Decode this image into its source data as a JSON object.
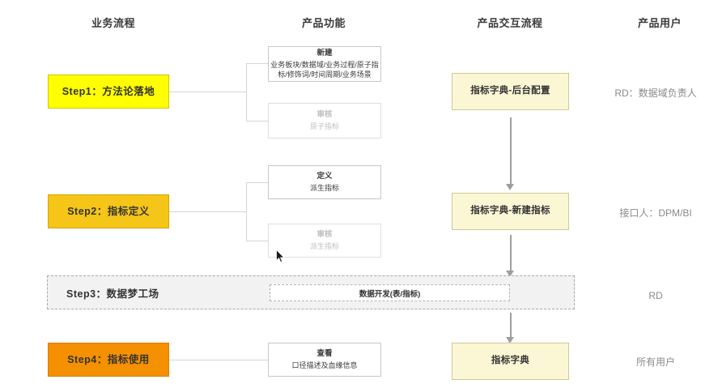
{
  "headers": [
    {
      "label": "业务流程"
    },
    {
      "label": "产品功能"
    },
    {
      "label": "产品交互流程"
    },
    {
      "label": "产品用户"
    }
  ],
  "rows": [
    {
      "step": "Step1：方法论落地",
      "functions": [
        {
          "title": "新建",
          "sub": "业务板块/数据域/业务过程/原子指标/修饰词/时间周期/业务场景",
          "muted": false
        },
        {
          "title": "审核",
          "sub": "原子指标",
          "muted": true
        }
      ],
      "flow": "指标字典-后台配置",
      "user": "RD：数据域负责人"
    },
    {
      "step": "Step2：指标定义",
      "functions": [
        {
          "title": "定义",
          "sub": "派生指标",
          "muted": false
        },
        {
          "title": "审核",
          "sub": "派生指标",
          "muted": true
        }
      ],
      "flow": "指标字典-新建指标",
      "user": "接口人：DPM/BI"
    },
    {
      "step": "Step3：数据梦工场",
      "functions": [
        {
          "title": "数据开发(表/指标)",
          "sub": "",
          "muted": false
        }
      ],
      "flow": "",
      "user": "RD"
    },
    {
      "step": "Step4：指标使用",
      "functions": [
        {
          "title": "查看",
          "sub": "口径描述及血缘信息",
          "muted": false
        }
      ],
      "flow": "指标字典",
      "user": "所有用户"
    }
  ],
  "colors": {
    "step1_fill": "#ffff00",
    "step2_fill": "#f5c518",
    "step4_fill": "#f59000",
    "flow_fill": "#fbf6d4",
    "band_fill": "#f2f2f2",
    "connector": "#d5d5d5",
    "arrow": "#9e9e9e"
  }
}
